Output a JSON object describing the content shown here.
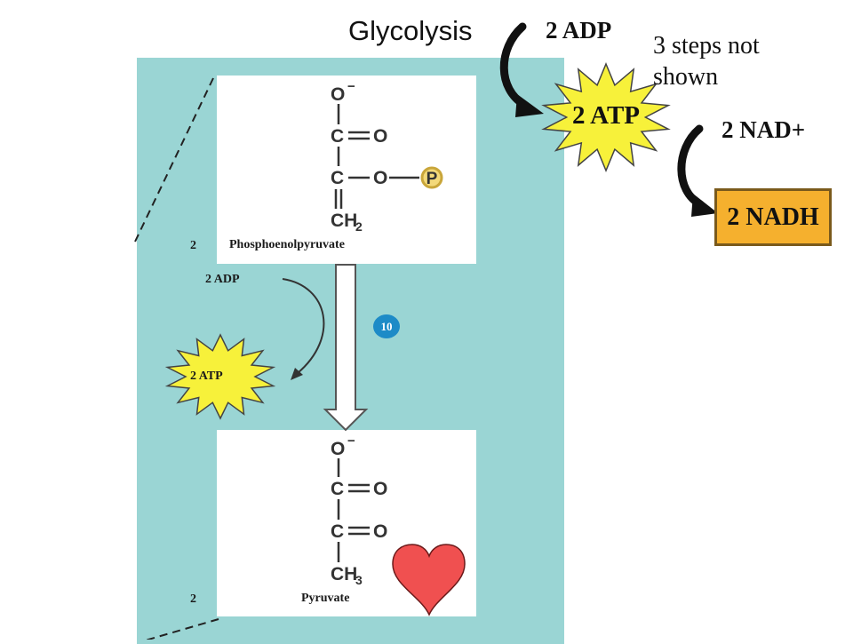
{
  "title": "Glycolysis",
  "top_flow": {
    "adp_label": "2 ADP",
    "atp_label": "2 ATP",
    "note": "3 steps not shown",
    "nad_label": "2 NAD+",
    "nadh_label": "2 NADH"
  },
  "panel": {
    "coef_top": "2",
    "coef_bottom": "2",
    "molecule_top": "Phosphoenolpyruvate",
    "molecule_bottom": "Pyruvate",
    "adp_label": "2 ADP",
    "atp_label": "2 ATP",
    "step_number": "10"
  },
  "colors": {
    "panel": "#9ad5d4",
    "burst": "#f7f13a",
    "nadh_box": "#f5b02e",
    "step_badge": "#1d8bc7",
    "heart": "#f05050",
    "phosphate": "#f3d97a"
  },
  "icons": {
    "heart": "heart-icon",
    "burst": "starburst-icon"
  }
}
